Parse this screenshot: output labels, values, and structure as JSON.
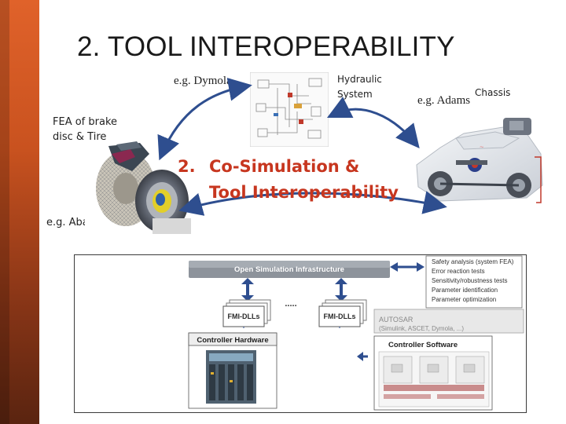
{
  "title": "2. TOOL INTEROPERABILITY",
  "labels": {
    "dymola": "e.g. Dymola",
    "hydraulic_line1": "Hydraulic",
    "hydraulic_line2": "System",
    "chassis": "Chassis",
    "adams": "e.g. Adams",
    "fea_line1": "FEA of brake",
    "fea_line2": "disc & Tire",
    "abaqus": "e.g. Abaqus"
  },
  "center": {
    "number": "2.",
    "line1": "Co-Simulation &",
    "line2": "Tool Interoperability"
  },
  "architecture": {
    "infrastructure": "Open Simulation Infrastructure",
    "fmi_left": "FMI-DLLs",
    "fmi_right": "FMI-DLLs",
    "ellipsis": ".....",
    "controller_hw": "Controller Hardware",
    "autosar_title": "AUTOSAR",
    "autosar_sub": "(Simulink, ASCET, Dymola, ...)",
    "controller_sw": "Controller Software",
    "bullets": [
      "Safety analysis (system FEA)",
      "Error reaction tests",
      "Sensitivity/robustness tests",
      "Parameter identification",
      "Parameter optimization"
    ]
  },
  "colors": {
    "accent_red": "#c7361f",
    "arrow_blue": "#2e4e8f",
    "bar_orange": "#d9592a"
  }
}
